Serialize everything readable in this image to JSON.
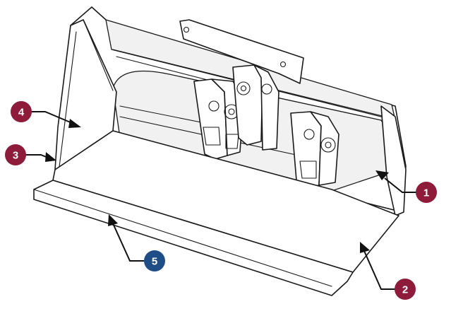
{
  "colors": {
    "callout_red": "#8e1b3a",
    "callout_blue": "#1f4e86",
    "outline": "#1a1a1a",
    "background": "#ffffff"
  },
  "callouts": [
    {
      "label": "1",
      "color": "#8e1b3a"
    },
    {
      "label": "2",
      "color": "#8e1b3a"
    },
    {
      "label": "3",
      "color": "#8e1b3a"
    },
    {
      "label": "4",
      "color": "#8e1b3a"
    },
    {
      "label": "5",
      "color": "#1f4e86"
    }
  ]
}
